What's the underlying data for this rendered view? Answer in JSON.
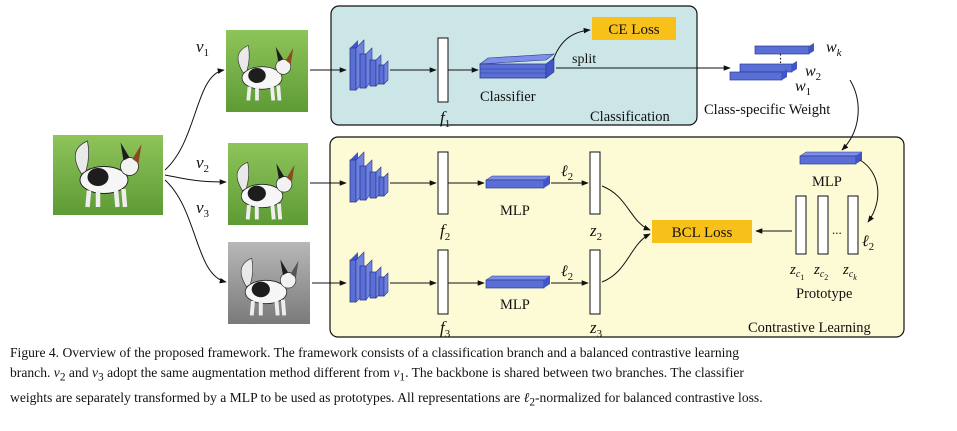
{
  "figure": {
    "views": {
      "v1": {
        "base": "v",
        "sub": "1"
      },
      "v2": {
        "base": "v",
        "sub": "2"
      },
      "v3": {
        "base": "v",
        "sub": "3"
      }
    },
    "features": {
      "f1": {
        "base": "f",
        "sub": "1"
      },
      "f2": {
        "base": "f",
        "sub": "2"
      },
      "f3": {
        "base": "f",
        "sub": "3"
      }
    },
    "z_vectors": {
      "z2": {
        "base": "z",
        "sub": "2"
      },
      "z3": {
        "base": "z",
        "sub": "3"
      }
    },
    "l2_label": {
      "base": "ℓ",
      "sub": "2"
    },
    "classifier_label": "Classifier",
    "classification_label": "Classification",
    "ce_loss": "CE Loss",
    "split_label": "split",
    "class_weight_label": "Class-specific Weight",
    "weights": [
      {
        "base": "w",
        "sub": "k"
      },
      {
        "base": "w",
        "sub": "2"
      },
      {
        "base": "w",
        "sub": "1"
      }
    ],
    "mlp_label": "MLP",
    "bcl_loss": "BCL Loss",
    "contrastive_label": "Contrastive Learning",
    "prototype_label": "Prototype",
    "dots": "...",
    "proto_z": [
      {
        "base": "z",
        "sub": "c",
        "subsub": "1"
      },
      {
        "base": "z",
        "sub": "c",
        "subsub": "2"
      },
      {
        "base": "z",
        "sub": "c",
        "subsub": "k"
      }
    ],
    "colors": {
      "classification_bg": "#cce6e8",
      "contrastive_bg": "#fdfbd6",
      "loss_box": "#f8c11a",
      "block": "#5a6fd6"
    }
  },
  "caption": {
    "row1": "Figure 4.  Overview of the proposed framework.  The framework consists of a classification branch and a balanced contrastive learning",
    "row2_a": "branch.",
    "row2_v2": "v",
    "row2_v2_sub": "2",
    "row2_and": " and ",
    "row2_v3": "v",
    "row2_v3_sub": "3",
    "row2_b": " adopt the same augmentation method different from ",
    "row2_v1": "v",
    "row2_v1_sub": "1",
    "row2_c": ". The backbone is shared between two branches. The classifier",
    "row3_a": "weights are separately transformed by a MLP to be used as prototypes. All representations are ",
    "row3_l": "ℓ",
    "row3_l_sub": "2",
    "row3_b": "-normalized for balanced contrastive loss."
  }
}
